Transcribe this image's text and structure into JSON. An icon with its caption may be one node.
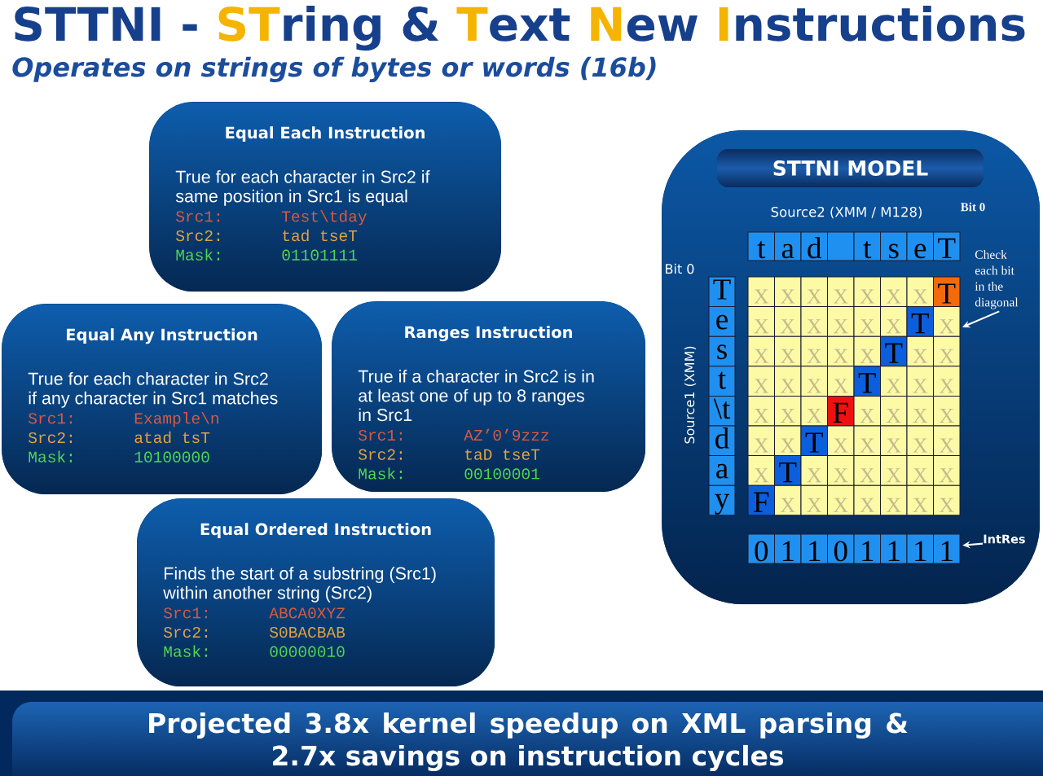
{
  "diagram": {
    "title": "STTNI - STring & Text New Instructions",
    "nodes": [
      {
        "text": [
          "Equal Each Instruction",
          "True for each character in Src2 if same position in Src1 is equal",
          "Src1:",
          "Test\\tday",
          "Src2:",
          "tad tseT",
          "Mask:",
          "01101111"
        ]
      },
      {
        "text": [
          "Equal Any Instruction",
          "True for each character in Src2 if any character in Src1 matches",
          "Src1:",
          "Example\\n",
          "Src2:",
          "atad tsT",
          "Mask:",
          "10100000"
        ]
      },
      {
        "text": [
          "Ranges Instruction",
          "True if a character in Src2 is in at least one of up to 8 ranges in Src1",
          "Src1:",
          "AZ’0’9zzz",
          "Src2:",
          "taD tseT",
          "Mask:",
          "00100001"
        ]
      },
      {
        "text": [
          "Equal Ordered Instruction",
          "Finds the start of a substring (Src1) within another string (Src2)",
          "Src1:",
          "ABCA0XYZ",
          "Src2:",
          "S0BACBAB",
          "Mask:",
          "00000010"
        ]
      },
      {
        "text": [
          "Source2 (XMM / M128)",
          "Bit 0",
          "Bit 0",
          "Source1 (XMM)"
        ]
      },
      {
        "text": [
          "STTNI MODEL"
        ],
        "in": 4
      },
      {
        "text": [
          "t"
        ],
        "in": 4
      },
      {
        "text": [
          "a"
        ],
        "in": 4
      },
      {
        "text": [
          "d"
        ],
        "in": 4
      },
      {
        "text": [],
        "shape": "box",
        "in": 4
      },
      {
        "text": [
          "t"
        ],
        "in": 4
      },
      {
        "text": [
          "s"
        ],
        "in": 4
      },
      {
        "text": [
          "e"
        ],
        "in": 4
      },
      {
        "text": [
          "T"
        ],
        "in": 4
      },
      {
        "text": [
          "Check each bit in the diagonal"
        ],
        "in": 4
      },
      {
        "text": [
          "T"
        ],
        "in": 4
      },
      {
        "text": [
          "e"
        ],
        "in": 4
      },
      {
        "text": [
          "s"
        ],
        "in": 4
      },
      {
        "text": [
          "t"
        ],
        "in": 4
      },
      {
        "text": [
          "\\t"
        ],
        "in": 4
      },
      {
        "text": [
          "d"
        ],
        "in": 4
      },
      {
        "text": [
          "a"
        ],
        "in": 4
      },
      {
        "text": [
          "y"
        ],
        "in": 4
      },
      {
        "text": [
          "X"
        ],
        "in": 4
      },
      {
        "text": [
          "X"
        ],
        "in": 4
      },
      {
        "text": [
          "X"
        ],
        "in": 4
      },
      {
        "text": [
          "X"
        ],
        "in": 4
      },
      {
        "text": [
          "X"
        ],
        "in": 4
      },
      {
        "text": [
          "X"
        ],
        "in": 4
      },
      {
        "text": [
          "X"
        ],
        "in": 4
      },
      {
        "text": [
          "T"
        ],
        "in": 4
      },
      {
        "text": [
          "X"
        ],
        "in": 4
      },
      {
        "text": [
          "X"
        ],
        "in": 4
      },
      {
        "text": [
          "X"
        ],
        "in": 4
      },
      {
        "text": [
          "X"
        ],
        "in": 4
      },
      {
        "text": [
          "X"
        ],
        "in": 4
      },
      {
        "text": [
          "X"
        ],
        "in": 4
      },
      {
        "text": [
          "T"
        ],
        "in": 4
      },
      {
        "text": [
          "X"
        ],
        "in": 4
      },
      {
        "text": [
          "X"
        ],
        "in": 4
      },
      {
        "text": [
          "X"
        ],
        "in": 4
      },
      {
        "text": [
          "X"
        ],
        "in": 4
      },
      {
        "text": [
          "X"
        ],
        "in": 4
      },
      {
        "text": [
          "X"
        ],
        "in": 4
      },
      {
        "text": [
          "T"
        ],
        "in": 4
      },
      {
        "text": [
          "X"
        ],
        "in": 4
      },
      {
        "text": [
          "X"
        ],
        "in": 4
      },
      {
        "text": [
          "X"
        ],
        "in": 4
      },
      {
        "text": [
          "X"
        ],
        "in": 4
      },
      {
        "text": [
          "X"
        ],
        "in": 4
      },
      {
        "text": [
          "X"
        ],
        "in": 4
      },
      {
        "text": [
          "T"
        ],
        "in": 4
      },
      {
        "text": [
          "X"
        ],
        "in": 4
      },
      {
        "text": [
          "X"
        ],
        "in": 4
      },
      {
        "text": [
          "X"
        ],
        "in": 4
      },
      {
        "text": [
          "X"
        ],
        "in": 4
      },
      {
        "text": [
          "X"
        ],
        "in": 4
      },
      {
        "text": [
          "X"
        ],
        "in": 4
      },
      {
        "text": [
          "F"
        ],
        "in": 4
      },
      {
        "text": [
          "X"
        ],
        "in": 4
      },
      {
        "text": [
          "X"
        ],
        "in": 4
      },
      {
        "text": [
          "X"
        ],
        "in": 4
      },
      {
        "text": [
          "X"
        ],
        "in": 4
      },
      {
        "text": [
          "X"
        ],
        "in": 4
      },
      {
        "text": [
          "X"
        ],
        "in": 4
      },
      {
        "text": [
          "T"
        ],
        "in": 4
      },
      {
        "text": [
          "X"
        ],
        "in": 4
      },
      {
        "text": [
          "X"
        ],
        "in": 4
      },
      {
        "text": [
          "X"
        ],
        "in": 4
      },
      {
        "text": [
          "X"
        ],
        "in": 4
      },
      {
        "text": [
          "X"
        ],
        "in": 4
      },
      {
        "text": [
          "X"
        ],
        "in": 4
      },
      {
        "text": [
          "T"
        ],
        "in": 4
      },
      {
        "text": [
          "X"
        ],
        "in": 4
      },
      {
        "text": [
          "X"
        ],
        "in": 4
      },
      {
        "text": [
          "X"
        ],
        "in": 4
      },
      {
        "text": [
          "X"
        ],
        "in": 4
      },
      {
        "text": [
          "X"
        ],
        "in": 4
      },
      {
        "text": [
          "X"
        ],
        "in": 4
      },
      {
        "text": [
          "F"
        ],
        "in": 4
      },
      {
        "text": [
          "X"
        ],
        "in": 4
      },
      {
        "text": [
          "X"
        ],
        "in": 4
      },
      {
        "text": [
          "X"
        ],
        "in": 4
      },
      {
        "text": [
          "X"
        ],
        "in": 4
      },
      {
        "text": [
          "X"
        ],
        "in": 4
      },
      {
        "text": [
          "X"
        ],
        "in": 4
      },
      {
        "text": [
          "X"
        ],
        "in": 4
      },
      {
        "text": [
          "0"
        ],
        "in": 4
      },
      {
        "text": [
          "1"
        ],
        "in": 4
      },
      {
        "text": [
          "1"
        ],
        "in": 4
      },
      {
        "text": [
          "0"
        ],
        "in": 4
      },
      {
        "text": [
          "1"
        ],
        "in": 4
      },
      {
        "text": [
          "1"
        ],
        "in": 4
      },
      {
        "text": [
          "1"
        ],
        "in": 4
      },
      {
        "text": [
          "1"
        ],
        "in": 4
      },
      {
        "text": [
          "IntRes"
        ],
        "in": 4
      },
      {
        "text": [
          "Projected 3.8x kernel speedup on XML parsing & 2.7x savings on instruction cycles"
        ]
      }
    ],
    "edges": [
      {
        "from": 14,
        "to": 38,
        "arrow": "to"
      },
      {
        "from": 95,
        "to": 94,
        "arrow": "to"
      }
    ],
    "labels": [
      "Operates on strings of bytes or words (16b)"
    ]
  }
}
